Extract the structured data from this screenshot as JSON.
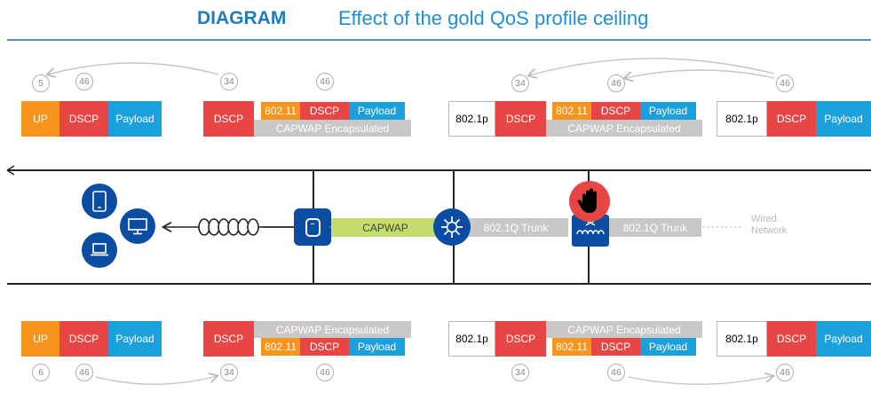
{
  "header": {
    "tag": "DIAGRAM",
    "title": "Effect of the gold QoS profile ceiling"
  },
  "labels": {
    "up": "UP",
    "dscp": "DSCP",
    "payload": "Payload",
    "w80211": "802.11",
    "dot1p": "802.1p",
    "capwap_enc": "CAPWAP Encapsulated",
    "capwap": "CAPWAP",
    "trunk": "802.1Q Trunk",
    "wired": "Wired\nNetwork"
  },
  "top_values": {
    "a": "5",
    "b": "46",
    "c": "34",
    "d": "46",
    "e": "34",
    "f": "46",
    "g": "46"
  },
  "bottom_values": {
    "a": "6",
    "b": "46",
    "c": "34",
    "d": "46",
    "e": "34",
    "f": "46",
    "g": "46"
  },
  "icons": [
    "tablet-icon",
    "monitor-icon",
    "laptop-icon",
    "coil-icon",
    "access-point-icon",
    "switch-icon",
    "router-icon",
    "stop-hand-icon"
  ]
}
